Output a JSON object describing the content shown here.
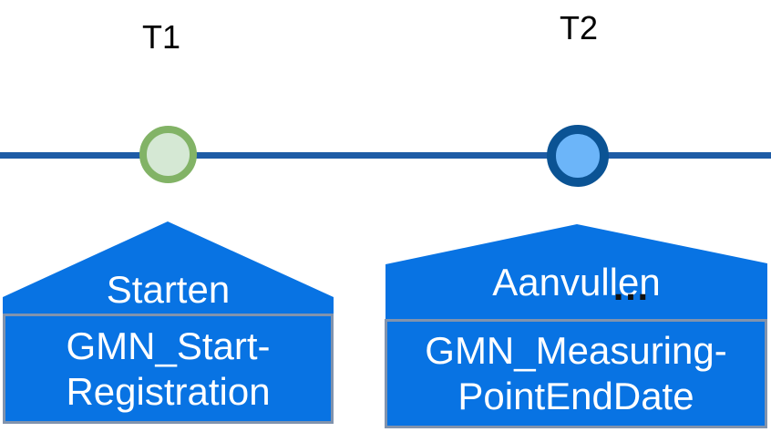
{
  "colors": {
    "timeline_line": "#1e5ca6",
    "callout_fill": "#0873e3",
    "message_box_border": "#8193ad",
    "marker_t1_fill": "#d5e8d4",
    "marker_t1_stroke": "#82b366",
    "marker_t2_fill": "#6cb5f9",
    "marker_t2_stroke": "#0b5394",
    "time_label_text": "#000000",
    "callout_text": "#ffffff"
  },
  "events": [
    {
      "time_label": "T1",
      "action_label": "Starten",
      "message_line1": "GMN_Start-",
      "message_line2": "Registration"
    },
    {
      "time_label": "T2",
      "action_label": "Aanvullen",
      "ellipsis": "…",
      "message_line1": "GMN_Measuring-",
      "message_line2": "PointEndDate"
    }
  ]
}
